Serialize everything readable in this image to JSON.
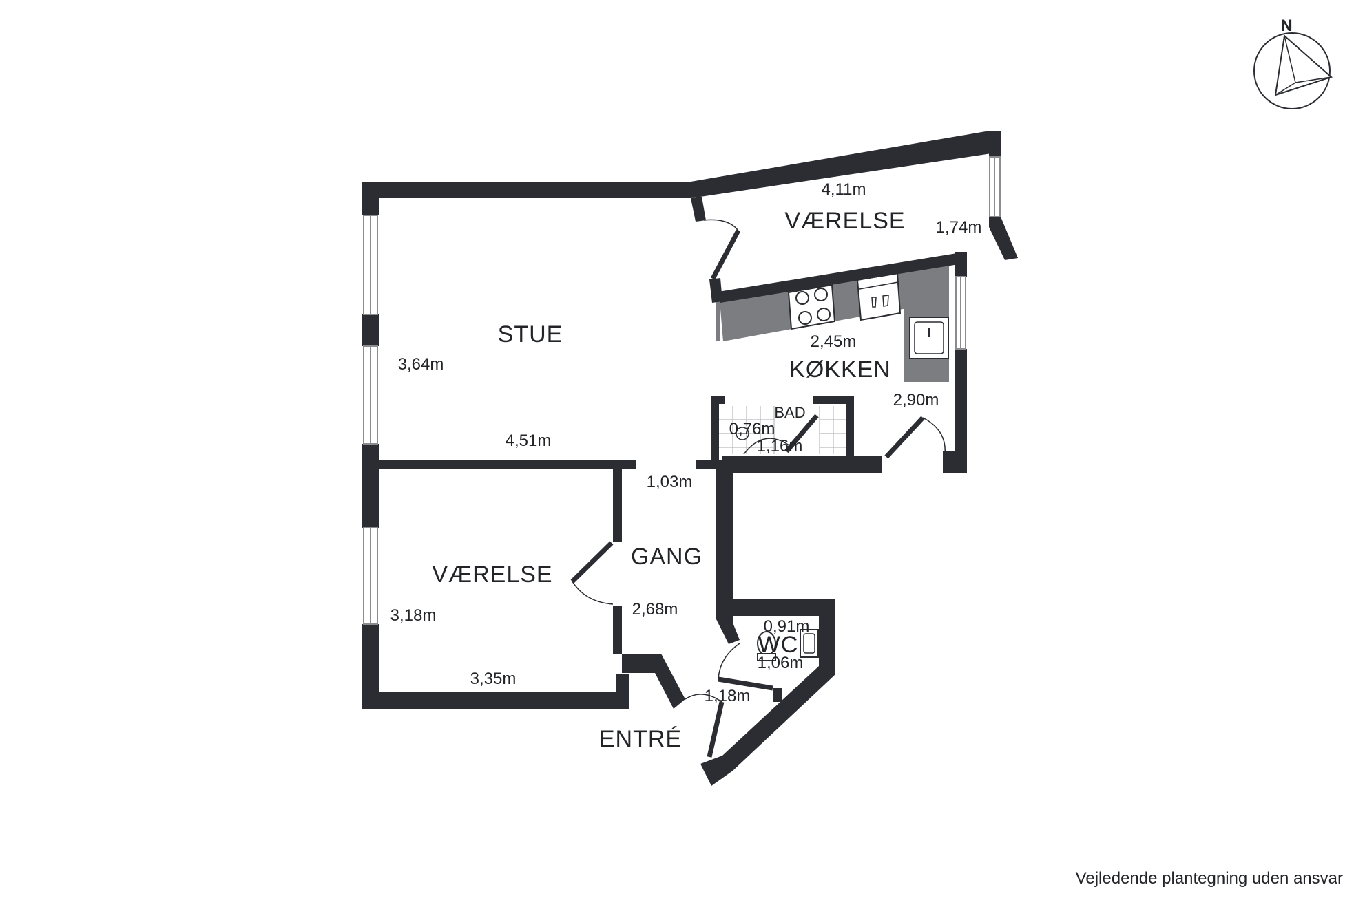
{
  "compass": {
    "label": "N"
  },
  "rooms": {
    "stue": {
      "name": "STUE",
      "dim1": "3,64m",
      "dim2": "4,51m"
    },
    "vaerelse_top": {
      "name": "VÆRELSE",
      "dim1": "4,11m",
      "dim2": "1,74m"
    },
    "kokken": {
      "name": "KØKKEN",
      "dim1": "2,45m",
      "dim2": "2,90m"
    },
    "bad": {
      "name": "BAD",
      "dim1": "0,76m",
      "dim2": "1,16m"
    },
    "gang": {
      "name": "GANG",
      "dim1": "1,03m",
      "dim2": "2,68m"
    },
    "vaerelse_bottom": {
      "name": "VÆRELSE",
      "dim1": "3,18m",
      "dim2": "3,35m"
    },
    "wc": {
      "name": "WC",
      "dim1": "0,91m",
      "dim2": "1,06m"
    },
    "entre": {
      "name": "ENTRÉ",
      "dim1": "1,18m"
    }
  },
  "disclaimer": "Vejledende plantegning uden ansvar"
}
